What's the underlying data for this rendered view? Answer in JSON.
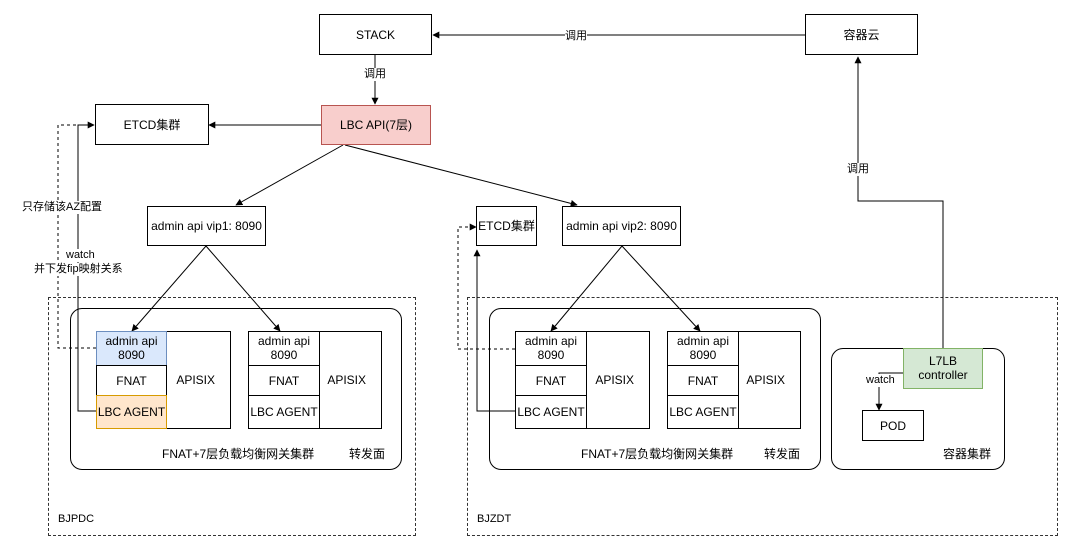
{
  "nodes": {
    "stack": "STACK",
    "container_cloud": "容器云",
    "lbc_api": "LBC API(7层)",
    "etcd_left": "ETCD集群",
    "etcd_right": "ETCD集群",
    "vip1": "admin api vip1: 8090",
    "vip2": "admin api vip2: 8090",
    "admin_api_line1": "admin api",
    "admin_api_line2": "8090",
    "fnat": "FNAT",
    "lbc_agent": "LBC AGENT",
    "apisix": "APISIX",
    "l7lb_line1": "L7LB",
    "l7lb_line2": "controller",
    "pod": "POD"
  },
  "edge_labels": {
    "call_stack_cloud": "调用",
    "call_stack_lbc": "调用",
    "call_l7lb": "调用",
    "store_az": "只存储该AZ配置",
    "watch_line1": "watch",
    "watch_line2": "并下发fip映射关系",
    "watch_pod": "watch"
  },
  "groups": {
    "fnat_cluster_left": "FNAT+7层负载均衡网关集群",
    "forward_left": "转发面",
    "fnat_cluster_right": "FNAT+7层负载均衡网关集群",
    "forward_right": "转发面",
    "container_cluster": "容器集群",
    "region_left": "BJPDC",
    "region_right": "BJZDT"
  },
  "colors": {
    "lbc_api_fill": "#f8cecc",
    "lbc_api_border": "#b85450",
    "admin_api_fill": "#dae8fc",
    "admin_api_border": "#6c8ebf",
    "lbc_agent_fill": "#ffe6cc",
    "lbc_agent_border": "#d79b00",
    "l7lb_fill": "#d5e8d4",
    "l7lb_border": "#82b366"
  }
}
